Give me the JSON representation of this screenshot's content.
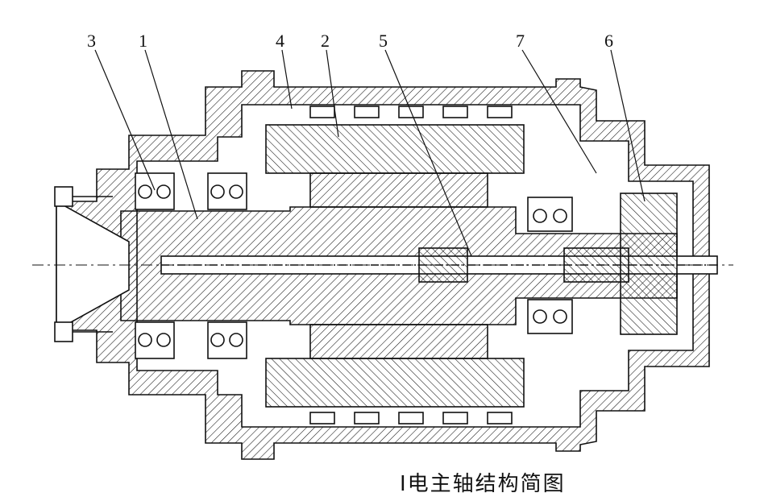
{
  "diagram": {
    "caption": "I电主轴结构简图",
    "callouts": [
      {
        "id": "3",
        "label": "3"
      },
      {
        "id": "1",
        "label": "1"
      },
      {
        "id": "4",
        "label": "4"
      },
      {
        "id": "2",
        "label": "2"
      },
      {
        "id": "5",
        "label": "5"
      },
      {
        "id": "7",
        "label": "7"
      },
      {
        "id": "6",
        "label": "6"
      }
    ]
  },
  "colors": {
    "ink": "#111111",
    "background": "#ffffff"
  }
}
